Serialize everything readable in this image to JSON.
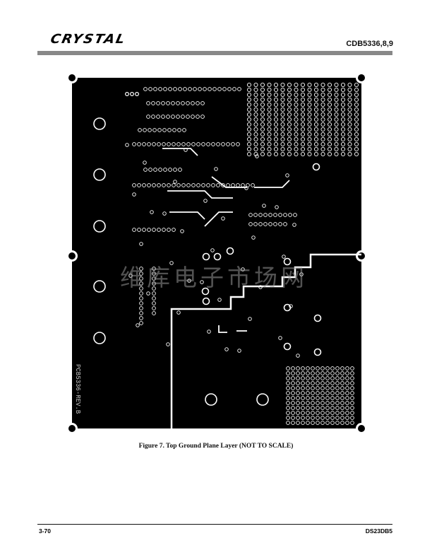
{
  "header": {
    "logo_text": "CRYSTAL",
    "doc_id": "CDB5336,8,9"
  },
  "figure": {
    "board_label": "PCB5336-REV.B",
    "caption": "Figure 7.  Top Ground Plane Layer (NOT TO SCALE)",
    "watermark": "维库电子市场网"
  },
  "footer": {
    "page_number": "3-70",
    "doc_code": "DS23DB5"
  }
}
